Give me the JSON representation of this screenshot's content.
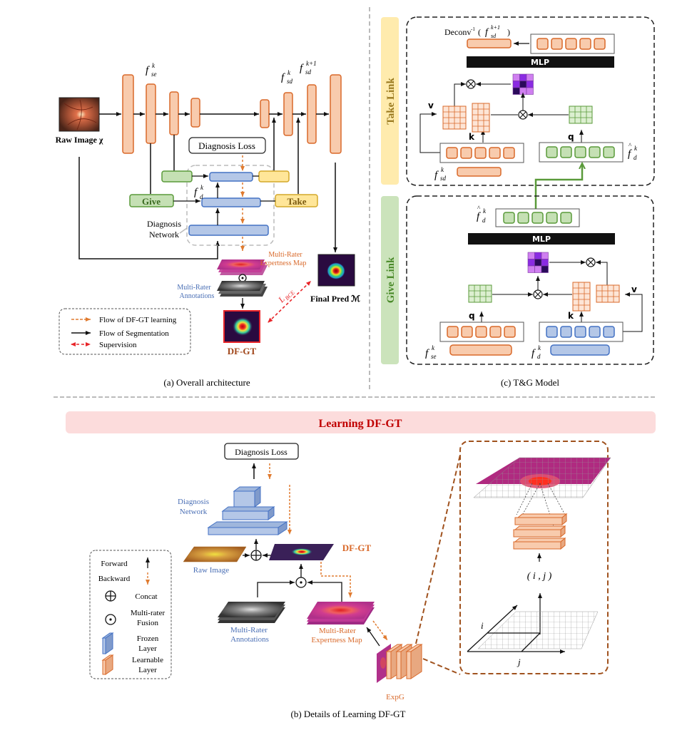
{
  "panel_a": {
    "caption": "(a) Overall architecture",
    "raw_image_label": "Raw Image χ",
    "f_se": "f",
    "f_se_sup": "k",
    "f_se_sub": "se",
    "f_sd_sup": "k",
    "f_sd_sub": "sd",
    "f_sd_next_sup": "k+1",
    "f_sd_next_sub": "sd",
    "f_d_sup": "k",
    "f_d_sub": "d",
    "diagnosis_loss": "Diagnosis Loss",
    "give": "Give",
    "take": "Take",
    "diagnosis_network": [
      "Diagnosis",
      "Network"
    ],
    "multi_rater_expertness_map": [
      "Multi-Rater",
      "Expertness  Map"
    ],
    "multi_rater_annotations": [
      "Multi-Rater",
      "Annotations"
    ],
    "l_bce": "L",
    "l_bce_sub": "BCE",
    "final_pred": "Final Pred ℳ",
    "df_gt": "DF-GT",
    "legend": [
      {
        "label": "Flow of DF-GT learning",
        "style": "orange-dashed"
      },
      {
        "label": "Flow of Segmentation",
        "style": "black-solid"
      },
      {
        "label": "Supervision",
        "style": "red-dashed-double"
      }
    ]
  },
  "panel_c": {
    "caption": "(c) T&G Model",
    "take_link": "Take Link",
    "give_link": "Give Link",
    "deconv_label": "Deconv",
    "deconv_sup": "-1",
    "mlp": "MLP",
    "v": "v",
    "k": "k",
    "q": "q"
  },
  "panel_b": {
    "banner": "Learning  DF-GT",
    "caption": "(b) Details of Learning  DF-GT",
    "diagnosis_loss": "Diagnosis Loss",
    "diagnosis_network": [
      "Diagnosis",
      "Network"
    ],
    "raw_image": "Raw Image",
    "df_gt": "DF-GT",
    "multi_rater_annotations": [
      "Multi-Rater",
      "Annotations"
    ],
    "multi_rater_expertness_map": [
      "Multi-Rater",
      "Expertness Map"
    ],
    "expg": "ExpG",
    "ij": "( i , j )",
    "i": "i",
    "j": "j",
    "legend": {
      "forward": "Forward",
      "backward": "Backward",
      "concat": "Concat",
      "fusion": [
        "Multi-rater",
        "Fusion"
      ],
      "frozen": [
        "Frozen",
        "Layer"
      ],
      "learnable": [
        "Learnable",
        "Layer"
      ]
    }
  },
  "colors": {
    "orange_fill": "#f8cbad",
    "orange_stroke": "#d9692a",
    "blue_fill": "#b4c7e7",
    "blue_stroke": "#4472c4",
    "green_fill": "#c5e0b4",
    "green_stroke": "#5a9a3a",
    "yellow_fill": "#ffe699",
    "yellow_stroke": "#d4a82a",
    "banner_fill": "#fcdcdc",
    "banner_text": "#c00000",
    "expertness_text": "#d9692a",
    "annotation_text": "#4a6fb5"
  }
}
